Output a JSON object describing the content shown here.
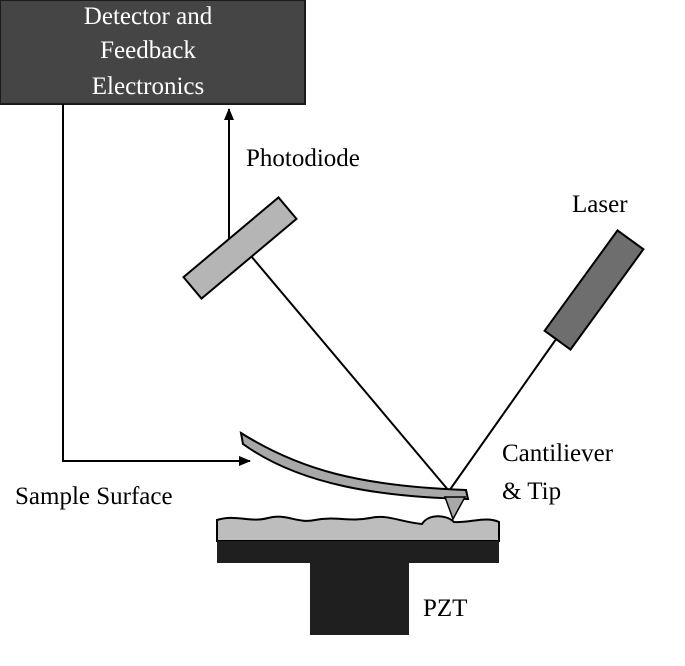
{
  "detector_box": {
    "lines": [
      "Detector and",
      "Feedback",
      "Electronics"
    ]
  },
  "labels": {
    "photodiode": "Photodiode",
    "laser": "Laser",
    "cantilever_line1": "Cantiliever",
    "cantilever_line2": "& Tip",
    "sample_surface": "Sample Surface",
    "pzt": "PZT"
  }
}
